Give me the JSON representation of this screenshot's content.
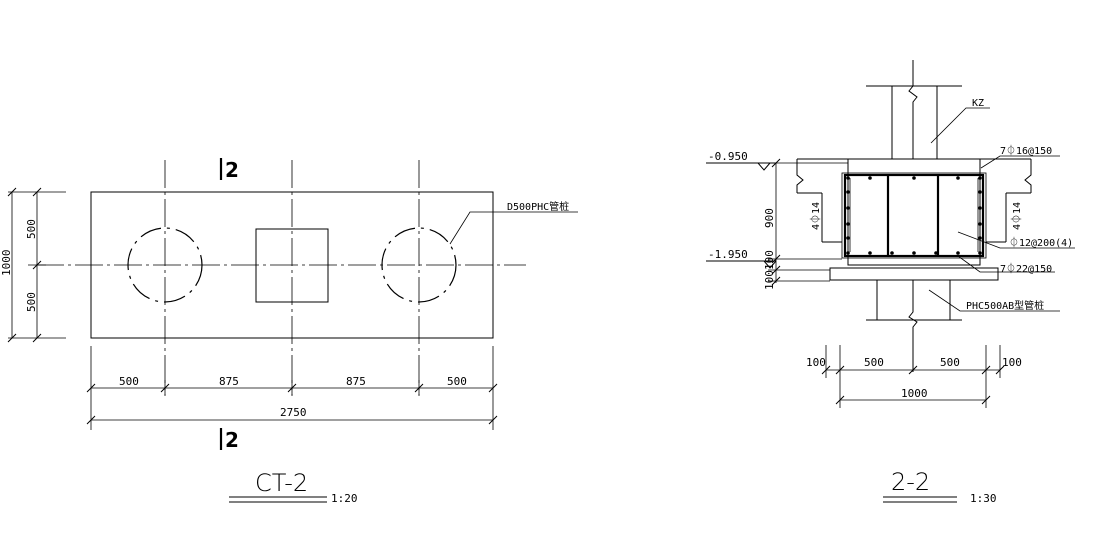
{
  "plan": {
    "section_mark_top": "2",
    "section_mark_bottom": "2",
    "dims_bottom": [
      "500",
      "875",
      "875",
      "500"
    ],
    "dim_total": "2750",
    "dims_left": [
      "500",
      "500"
    ],
    "dim_left_total": "1000",
    "pile_label": "D500PHC管桩",
    "title": "CT-2",
    "scale": "1:20"
  },
  "section": {
    "column_label": "KZ",
    "level_top": "-0.950",
    "level_bottom": "-1.950",
    "rebar_top": "7⏀16@150",
    "rebar_side_left": "4⏀14",
    "rebar_side_right": "4⏀14",
    "stirrup": "⏀12@200(4)",
    "rebar_bottom": "7⏀22@150",
    "pile_label": "PHC500AB型管桩",
    "dim_height": "900",
    "dim_100a": "100",
    "dim_100b": "100",
    "dims_bottom": [
      "100",
      "500",
      "500",
      "100"
    ],
    "dim_total": "1000",
    "title": "2-2",
    "scale": "1:30"
  }
}
